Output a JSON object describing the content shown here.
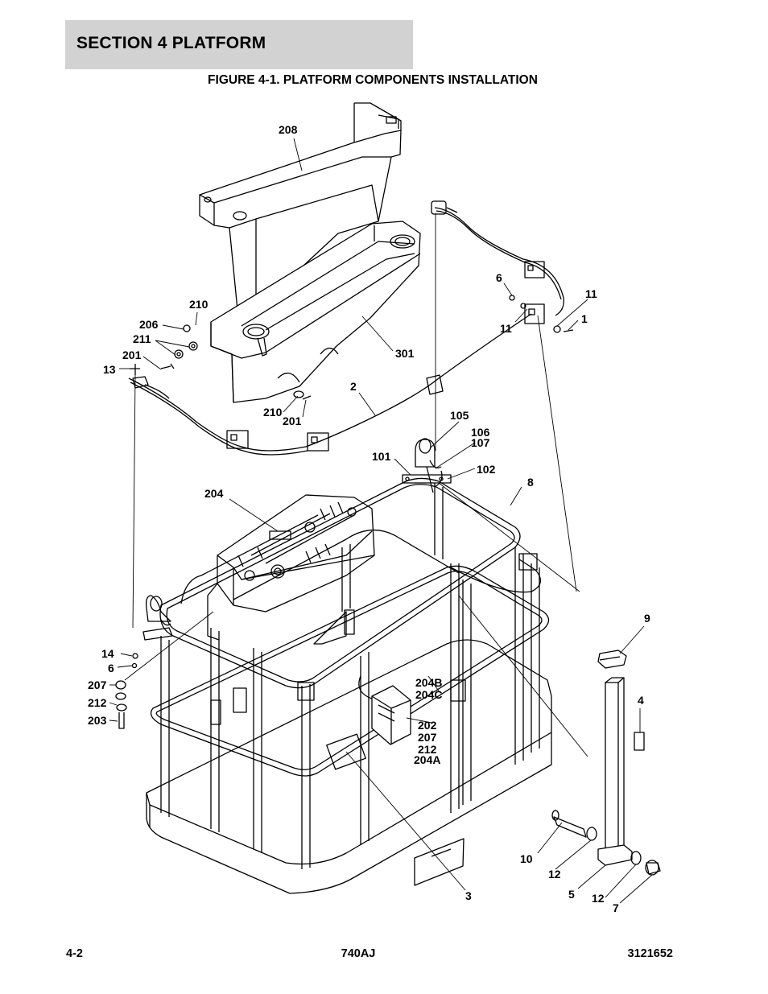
{
  "header": {
    "section_title": "SECTION 4   PLATFORM",
    "figure_title": "FIGURE 4-1. PLATFORM COMPONENTS INSTALLATION"
  },
  "callouts": {
    "c208": "208",
    "c210a": "210",
    "c206": "206",
    "c211": "211",
    "c201a": "201",
    "c13": "13",
    "c301": "301",
    "c2": "2",
    "c210b": "210",
    "c201b": "201",
    "c6a": "6",
    "c11a": "11",
    "c11b": "11",
    "c1": "1",
    "c105": "105",
    "c106": "106",
    "c107": "107",
    "c101": "101",
    "c102": "102",
    "c8": "8",
    "c204": "204",
    "c9": "9",
    "c14": "14",
    "c6b": "6",
    "c207a": "207",
    "c212a": "212",
    "c203": "203",
    "c204b": "204B",
    "c204c": "204C",
    "c202": "202",
    "c207b": "207",
    "c212b": "212",
    "c204a": "204A",
    "c4": "4",
    "c10": "10",
    "c12a": "12",
    "c5": "5",
    "c12b": "12",
    "c7": "7",
    "c3": "3"
  },
  "footer": {
    "page": "4-2",
    "model": "740AJ",
    "manual_number": "3121652"
  }
}
